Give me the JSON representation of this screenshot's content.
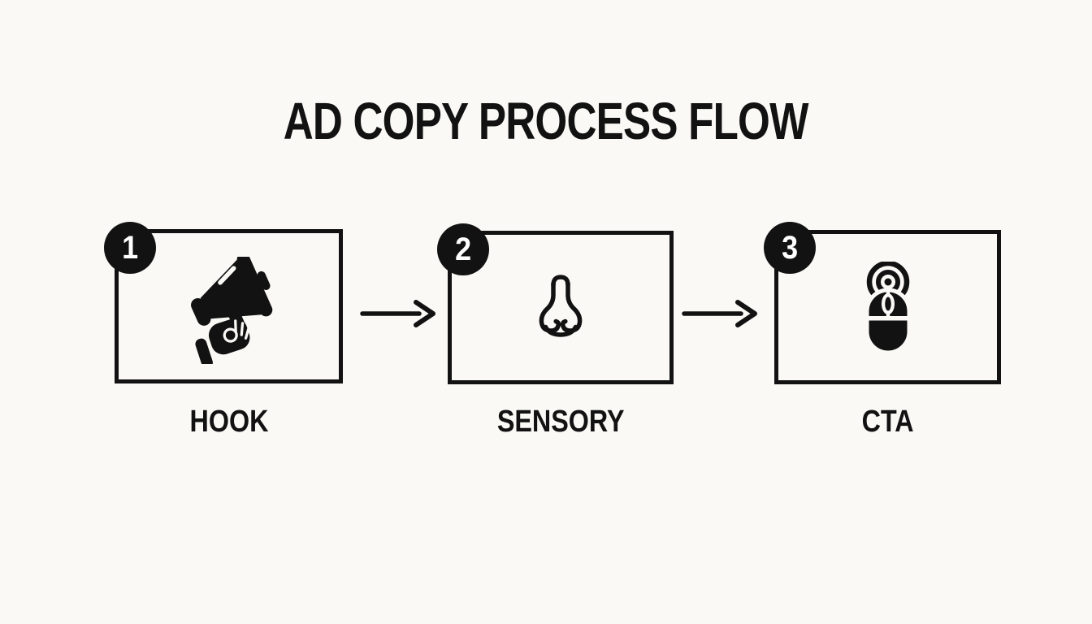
{
  "page": {
    "background": "#faf9f6",
    "ink": "#121212",
    "title": "AD COPY PROCESS FLOW"
  },
  "flow": {
    "connector": "arrow-right",
    "steps": [
      {
        "number": "1",
        "label": "HOOK",
        "icon": "megaphone-in-hand"
      },
      {
        "number": "2",
        "label": "SENSORY",
        "icon": "nose"
      },
      {
        "number": "3",
        "label": "CTA",
        "icon": "mouse-click"
      }
    ]
  }
}
